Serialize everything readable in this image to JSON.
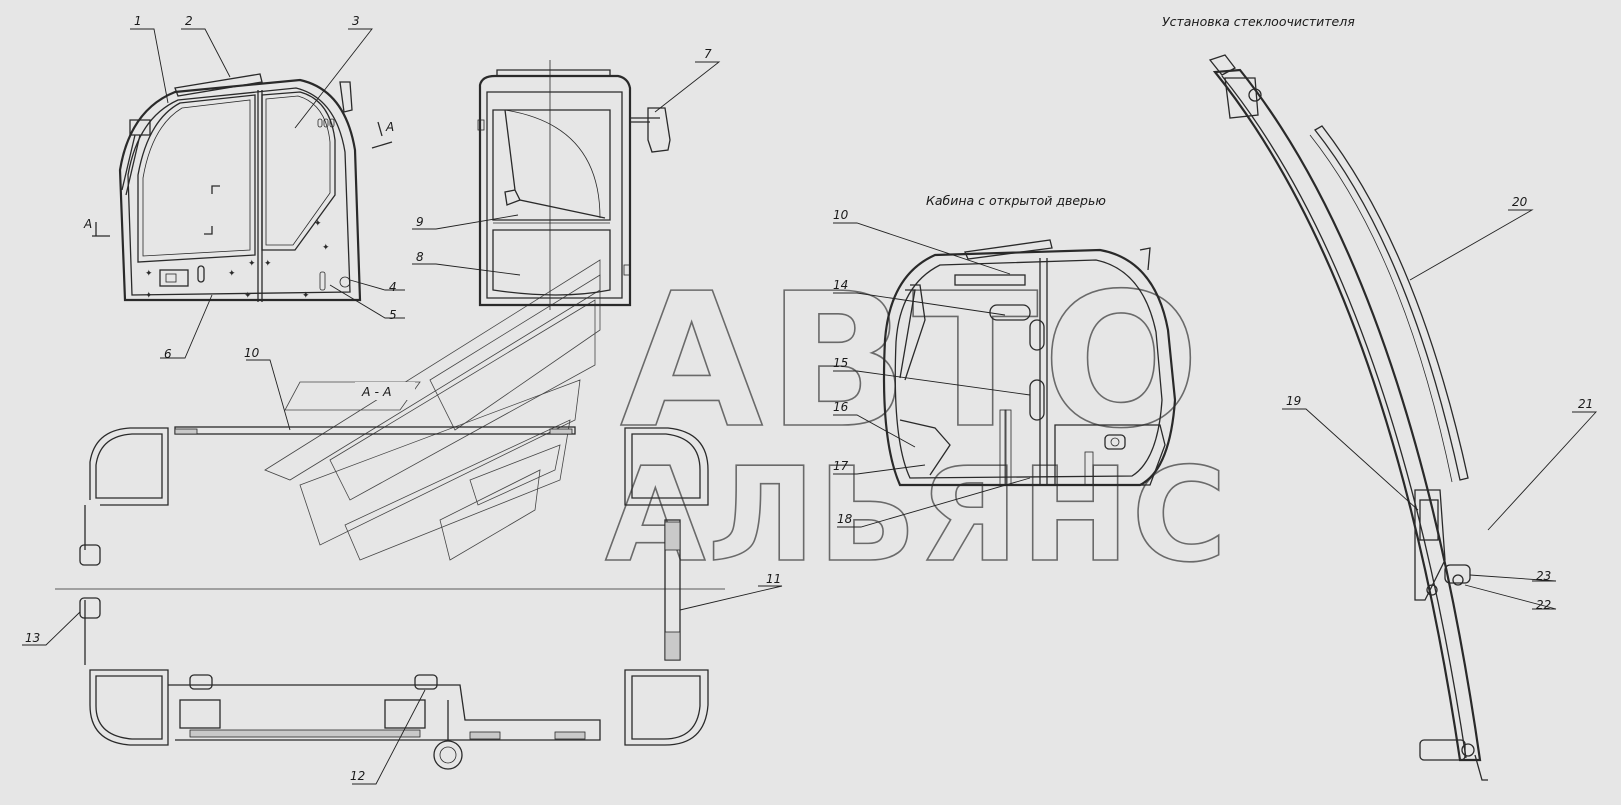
{
  "captions": {
    "wiper_installation": "Установка стеклоочистителя",
    "cab_open_door": "Кабина с открытой дверью",
    "section_a_a": "А - А",
    "view_a_top": "А",
    "view_a_side": "А"
  },
  "watermark": {
    "line1": "АВТО",
    "line2": "АЛЬЯНС"
  },
  "callouts": {
    "c1": "1",
    "c2": "2",
    "c3": "3",
    "c4": "4",
    "c5": "5",
    "c6": "6",
    "c7": "7",
    "c8": "8",
    "c9": "9",
    "c10a": "10",
    "c10b": "10",
    "c11": "11",
    "c12": "12",
    "c13": "13",
    "c14": "14",
    "c15": "15",
    "c16": "16",
    "c17": "17",
    "c18": "18",
    "c19": "19",
    "c20": "20",
    "c21": "21",
    "c22": "22",
    "c23": "23"
  }
}
